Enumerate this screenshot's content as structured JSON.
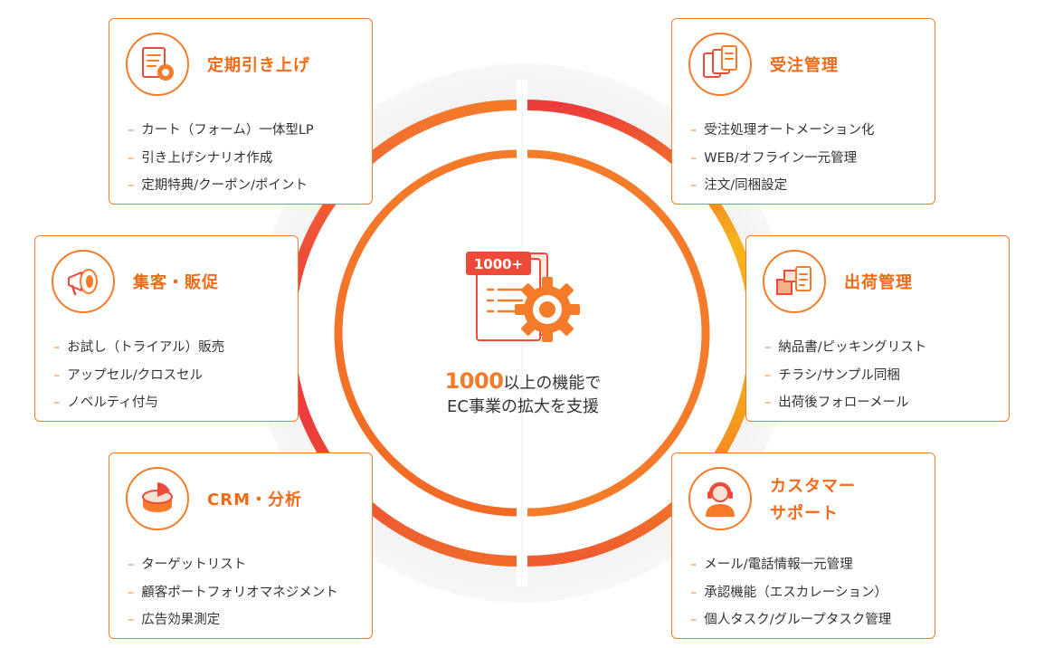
{
  "center": {
    "num": "1000",
    "line1_rest": "以上の機能で",
    "line2": "EC事業の拡大を支援",
    "icon_badge": "1000+"
  },
  "colors": {
    "accent": "#f47b2a",
    "red": "#ec3b3b",
    "yellow": "#f6b21b",
    "text": "#333333",
    "bg_circle": "#f4f4f4"
  },
  "cards": {
    "teiki": {
      "icon": "document-gear-icon",
      "title": "定期引き上げ",
      "items": [
        "カート（フォーム）一体型LP",
        "引き上げシナリオ作成",
        "定期特典/クーポン/ポイント"
      ]
    },
    "juchu": {
      "icon": "documents-icon",
      "title": "受注管理",
      "items": [
        "受注処理オートメーション化",
        "WEB/オフライン一元管理",
        "注文/同梱設定"
      ]
    },
    "shukyaku": {
      "icon": "megaphone-icon",
      "title": "集客・販促",
      "items": [
        "お試し（トライアル）販売",
        "アップセル/クロスセル",
        "ノベルティ付与"
      ]
    },
    "shukka": {
      "icon": "boxes-clipboard-icon",
      "title": "出荷管理",
      "items": [
        "納品書/ピッキングリスト",
        "チラシ/サンプル同梱",
        "出荷後フォローメール"
      ]
    },
    "crm": {
      "icon": "pie-chart-icon",
      "title": "CRM・分析",
      "items": [
        "ターゲットリスト",
        "顧客ポートフォリオマネジメント",
        "広告効果測定"
      ]
    },
    "support": {
      "icon": "headset-operator-icon",
      "title_line1": "カスタマー",
      "title_line2": "サポート",
      "items": [
        "メール/電話情報一元管理",
        "承認機能（エスカレーション）",
        "個人タスク/グループタスク管理"
      ]
    }
  }
}
